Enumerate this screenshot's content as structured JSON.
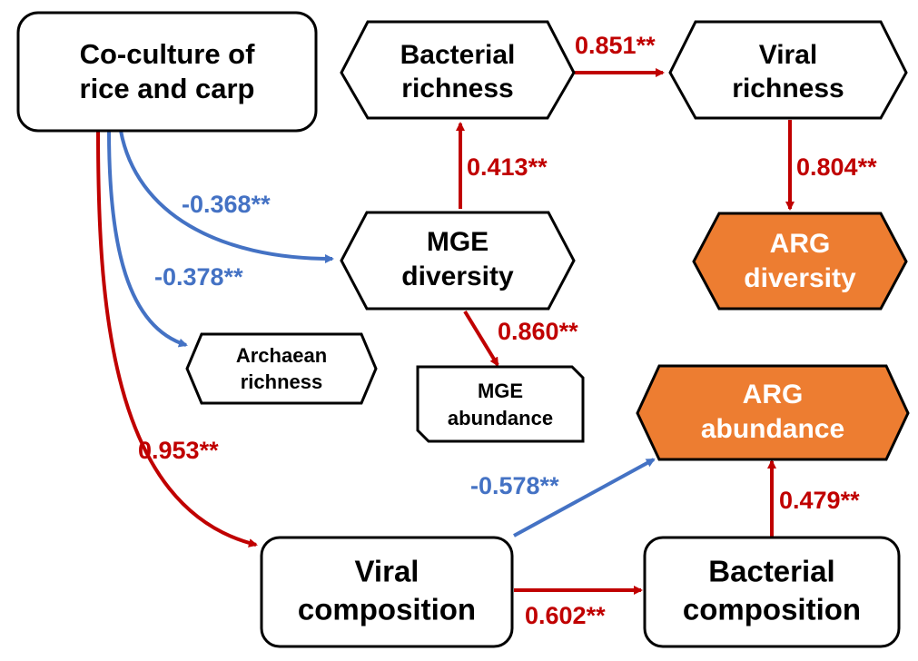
{
  "colors": {
    "positive": "#c00000",
    "negative": "#4472c4",
    "highlight_fill": "#ed7d31",
    "outline": "#000000"
  },
  "nodes": {
    "coculture": {
      "line1": "Co-culture of",
      "line2": "rice and carp"
    },
    "bacterial_richness": {
      "line1": "Bacterial",
      "line2": "richness"
    },
    "viral_richness": {
      "line1": "Viral",
      "line2": "richness"
    },
    "mge_diversity": {
      "line1": "MGE",
      "line2": "diversity"
    },
    "arg_diversity": {
      "line1": "ARG",
      "line2": "diversity"
    },
    "archaean_richness": {
      "line1": "Archaean",
      "line2": "richness"
    },
    "mge_abundance": {
      "line1": "MGE",
      "line2": "abundance"
    },
    "arg_abundance": {
      "line1": "ARG",
      "line2": "abundance"
    },
    "viral_composition": {
      "line1": "Viral",
      "line2": "composition"
    },
    "bacterial_composition": {
      "line1": "Bacterial",
      "line2": "composition"
    }
  },
  "paths": {
    "bacterial_richness_to_viral_richness": {
      "value": "0.851**",
      "sign": "positive"
    },
    "mge_diversity_to_bacterial_richness": {
      "value": "0.413**",
      "sign": "positive"
    },
    "viral_richness_to_arg_diversity": {
      "value": "0.804**",
      "sign": "positive"
    },
    "coculture_to_mge_diversity": {
      "value": "-0.368**",
      "sign": "negative"
    },
    "coculture_to_archaean_richness": {
      "value": "-0.378**",
      "sign": "negative"
    },
    "mge_diversity_to_mge_abundance": {
      "value": "0.860**",
      "sign": "positive"
    },
    "coculture_to_viral_composition": {
      "value": "0.953**",
      "sign": "positive"
    },
    "viral_composition_to_arg_abundance": {
      "value": "-0.578**",
      "sign": "negative"
    },
    "bacterial_composition_to_arg_abundance": {
      "value": "0.479**",
      "sign": "positive"
    },
    "viral_composition_to_bacterial_composition": {
      "value": "0.602**",
      "sign": "positive"
    }
  }
}
